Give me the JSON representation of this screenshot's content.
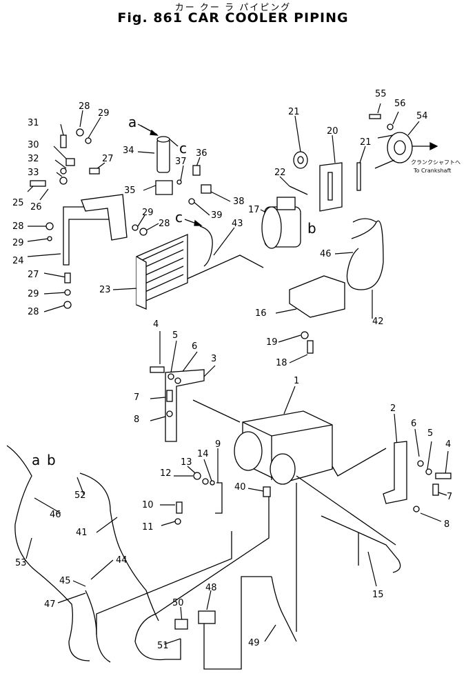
{
  "title": {
    "jp": "カー クー ラ パイピング",
    "en": "Fig. 861 CAR COOLER PIPING"
  },
  "callouts": {
    "n1": "1",
    "n2": "2",
    "n3": "3",
    "n4a": "4",
    "n4b": "4",
    "n5a": "5",
    "n5b": "5",
    "n6a": "6",
    "n6b": "6",
    "n7a": "7",
    "n7b": "7",
    "n8a": "8",
    "n8b": "8",
    "n9": "9",
    "n10": "10",
    "n11": "11",
    "n12": "12",
    "n13": "13",
    "n14": "14",
    "n15": "15",
    "n16": "16",
    "n17": "17",
    "n18": "18",
    "n19": "19",
    "n20": "20",
    "n21a": "21",
    "n21b": "21",
    "n22": "22",
    "n23": "23",
    "n24": "24",
    "n25": "25",
    "n26": "26",
    "n27a": "27",
    "n27b": "27",
    "n28a": "28",
    "n28b": "28",
    "n28c": "28",
    "n28d": "28",
    "n29a": "29",
    "n29b": "29",
    "n29c": "29",
    "n29d": "29",
    "n30": "30",
    "n31": "31",
    "n32": "32",
    "n33": "33",
    "n34": "34",
    "n35": "35",
    "n36": "36",
    "n37": "37",
    "n38": "38",
    "n39": "39",
    "n40": "40",
    "n41": "41",
    "n42": "42",
    "n43": "43",
    "n44": "44",
    "n45": "45",
    "n46a": "46",
    "n46b": "46",
    "n47": "47",
    "n48": "48",
    "n49": "49",
    "n50": "50",
    "n51": "51",
    "n52": "52",
    "n53": "53",
    "n54": "54",
    "n55": "55",
    "n56": "56"
  },
  "letters": {
    "a_top": "a",
    "c_top": "c",
    "c_mid": "c",
    "b_comp": "b",
    "a_bottom": "a",
    "b_bottom": "b"
  },
  "notes": {
    "crank_jp": "クランクシャフトへ",
    "crank_en": "To Crankshaft"
  }
}
